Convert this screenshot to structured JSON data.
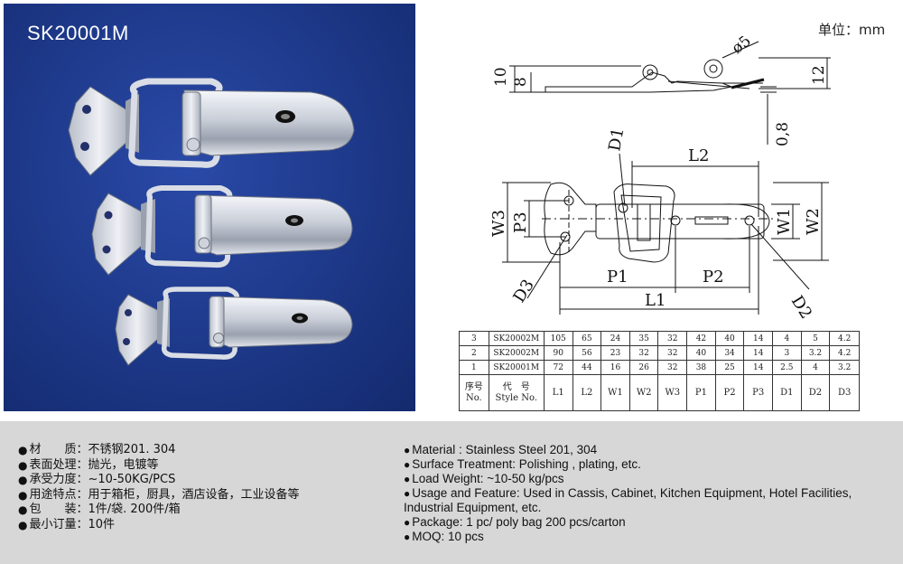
{
  "product": {
    "model": "SK20001M"
  },
  "drawing": {
    "unit_label": "单位：mm",
    "dims_side": {
      "d10": "10",
      "d8": "8",
      "phi5": "ø5",
      "d12": "12",
      "d08": "0,8"
    },
    "dims_top": {
      "L2": "L2",
      "D1": "D1",
      "W3": "W3",
      "P3": "P3",
      "W1": "W1",
      "W2": "W2",
      "D3": "D3",
      "P1": "P1",
      "P2": "P2",
      "D2": "D2",
      "L1": "L1"
    }
  },
  "spec_table": {
    "rows": [
      [
        "3",
        "SK20002M",
        "105",
        "65",
        "24",
        "35",
        "32",
        "42",
        "40",
        "14",
        "4",
        "5",
        "4.2"
      ],
      [
        "2",
        "SK20002M",
        "90",
        "56",
        "23",
        "32",
        "32",
        "40",
        "34",
        "14",
        "3",
        "3.2",
        "4.2"
      ],
      [
        "1",
        "SK20001M",
        "72",
        "44",
        "16",
        "26",
        "32",
        "38",
        "25",
        "14",
        "2.5",
        "4",
        "3.2"
      ]
    ],
    "header": {
      "no_cn": "序号",
      "no_en": "No.",
      "style_cn": "代　号",
      "style_en": "Style No.",
      "cols": [
        "L1",
        "L2",
        "W1",
        "W2",
        "W3",
        "P1",
        "P2",
        "P3",
        "D1",
        "D2",
        "D3"
      ]
    }
  },
  "specs_cn": [
    {
      "label": "材　　质",
      "value": "不锈钢201. 304"
    },
    {
      "label": "表面处理",
      "value": "抛光，电镀等"
    },
    {
      "label": "承受力度",
      "value": "~10-50KG/PCS"
    },
    {
      "label": "用途特点",
      "value": "用于箱柜，厨具，酒店设备，工业设备等"
    },
    {
      "label": "包　　装",
      "value": "1件/袋. 200件/箱"
    },
    {
      "label": "最小订量",
      "value": "10件"
    }
  ],
  "specs_en": [
    "Material : Stainless Steel 201, 304",
    "Surface Treatment: Polishing , plating, etc.",
    "Load Weight: ~10-50 kg/pcs",
    "Usage and Feature: Used in Cassis, Cabinet, Kitchen Equipment, Hotel Facilities, Industrial Equipment, etc.",
    "Package: 1 pc/ poly bag  200 pcs/carton",
    "MOQ: 10 pcs"
  ],
  "bullet_char": "●"
}
